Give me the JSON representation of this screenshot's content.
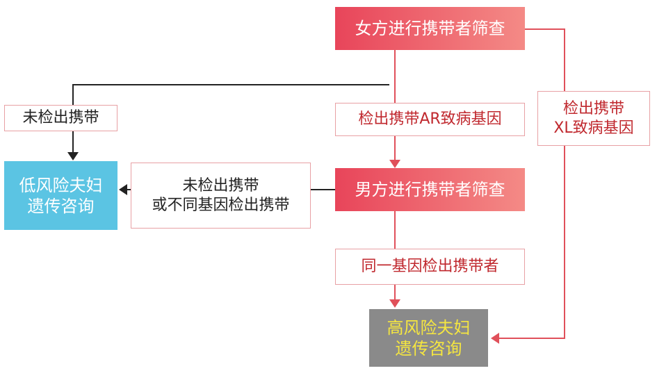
{
  "nodes": {
    "female_screening": "女方进行携带者筛查",
    "male_screening": "男方进行携带者筛查",
    "low_risk": [
      "低风险夫妇",
      "遗传咨询"
    ],
    "high_risk": [
      "高风险夫妇",
      "遗传咨询"
    ]
  },
  "labels": {
    "not_detected_top": "未检出携带",
    "ar_detected": "检出携带AR致病基因",
    "xl_detected": [
      "检出携带",
      "XL致病基因"
    ],
    "not_detected_or_diff": [
      "未检出携带",
      "或不同基因检出携带"
    ],
    "same_gene": "同一基因检出携带者"
  },
  "colors": {
    "node_gradient_start": "#e8455a",
    "node_gradient_end": "#f48a86",
    "low_risk_bg": "#5bc4e3",
    "high_risk_bg": "#8a8a8a",
    "high_risk_text": "#f5e640",
    "red_line": "#e0505a",
    "dark_line": "#222222"
  }
}
